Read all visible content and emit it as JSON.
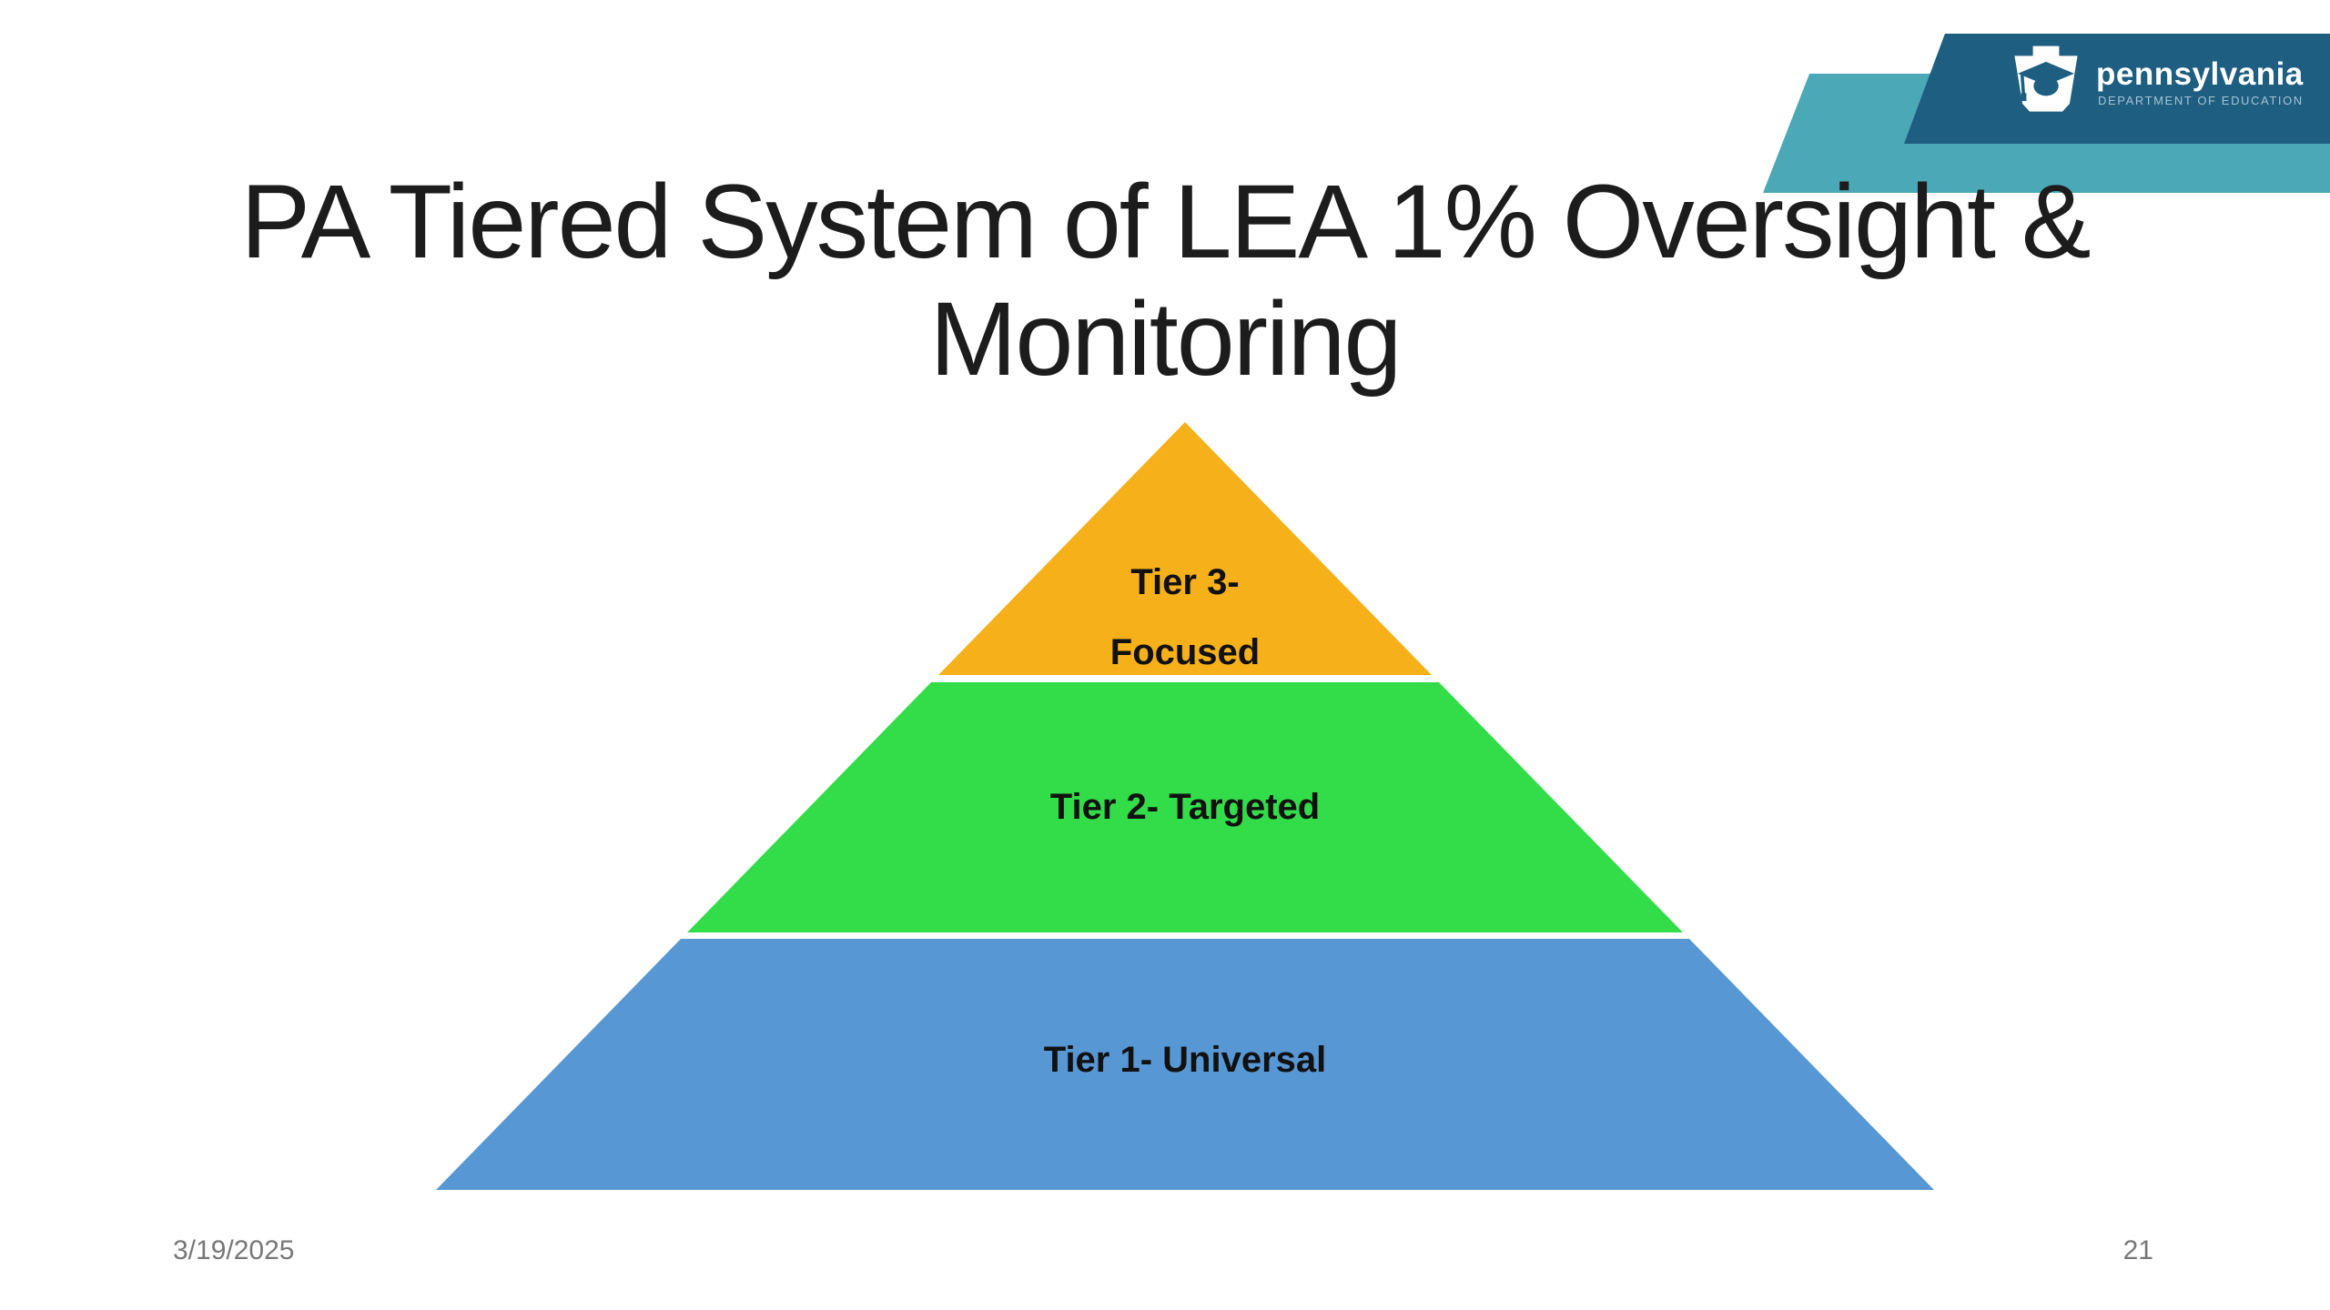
{
  "slide": {
    "title_line1": "PA Tiered System of LEA 1% Oversight &",
    "title_line2": "Monitoring",
    "date": "3/19/2025",
    "page_number": "21"
  },
  "logo": {
    "org": "pennsylvania",
    "department": "DEPARTMENT OF EDUCATION"
  },
  "pyramid": {
    "tier3": {
      "line1": "Tier 3-",
      "line2": "Focused"
    },
    "tier2": {
      "label": "Tier 2- Targeted"
    },
    "tier1": {
      "label": "Tier 1- Universal"
    }
  },
  "colors": {
    "orange": "#F6B01A",
    "green": "#33DC49",
    "blue": "#5797D3",
    "teal": "#4BA8B6",
    "darkblue": "#1E5E80",
    "title-text": "#1C1C1C",
    "tier-label": "#111111",
    "muted-text": "#777777",
    "logo-dept-text": "#A6C3D3"
  }
}
